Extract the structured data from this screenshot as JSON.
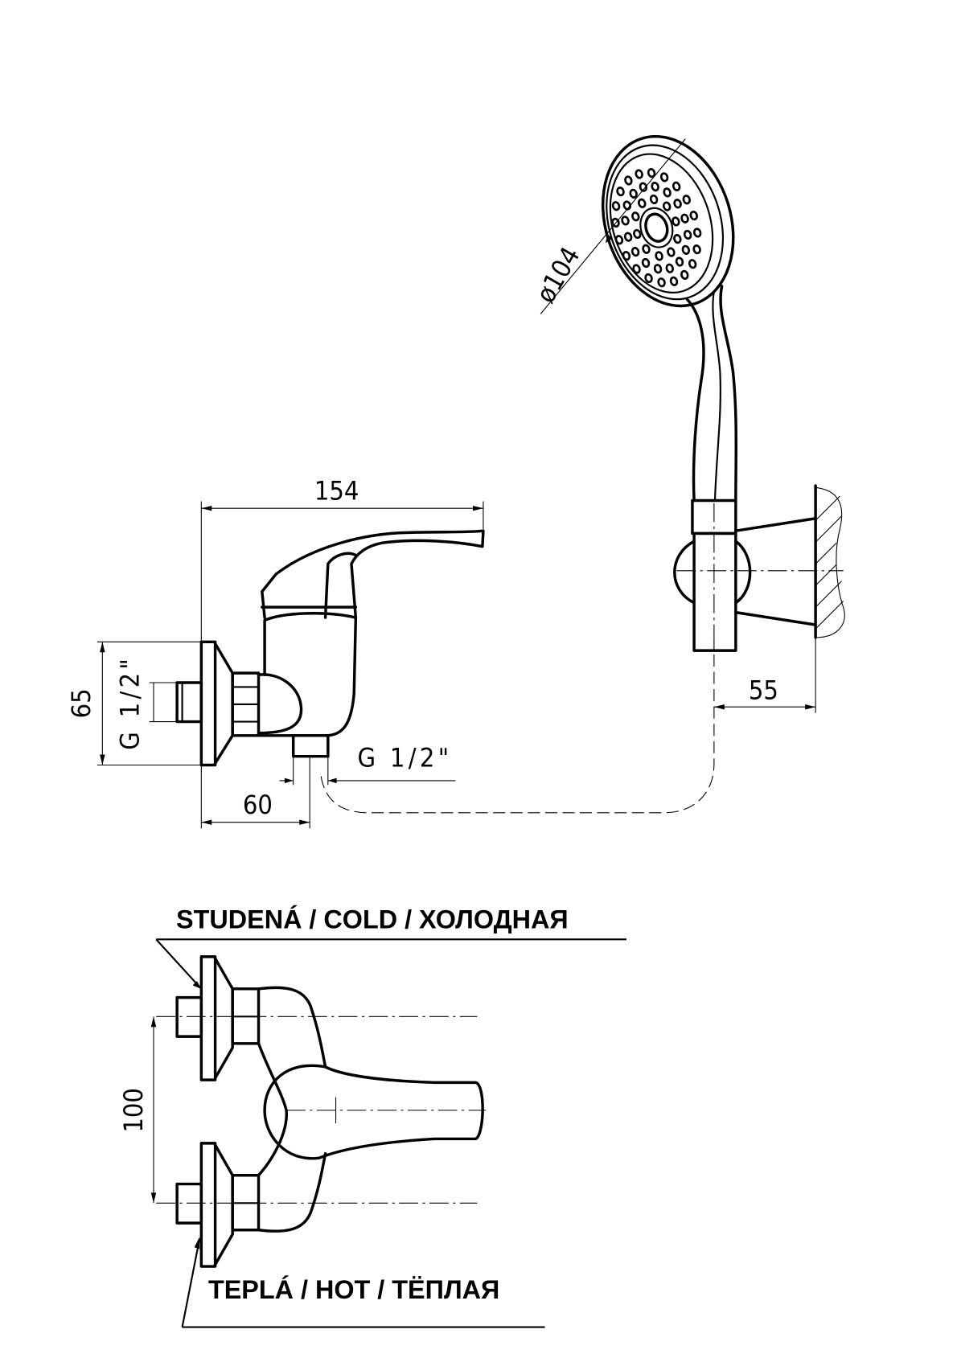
{
  "dimensions": {
    "width_overall": "154",
    "height_flange": "65",
    "inlet_thread": "G 1/2\"",
    "outlet_thread": "G 1/2\"",
    "outlet_offset": "60",
    "holder_offset": "55",
    "head_diameter": "ø104",
    "inlet_spacing": "100"
  },
  "labels": {
    "cold": "STUDENÁ  /  COLD  /  ХОЛОДНАЯ",
    "hot": "TEPLÁ  /  HOT   /  ТЁПЛАЯ"
  }
}
